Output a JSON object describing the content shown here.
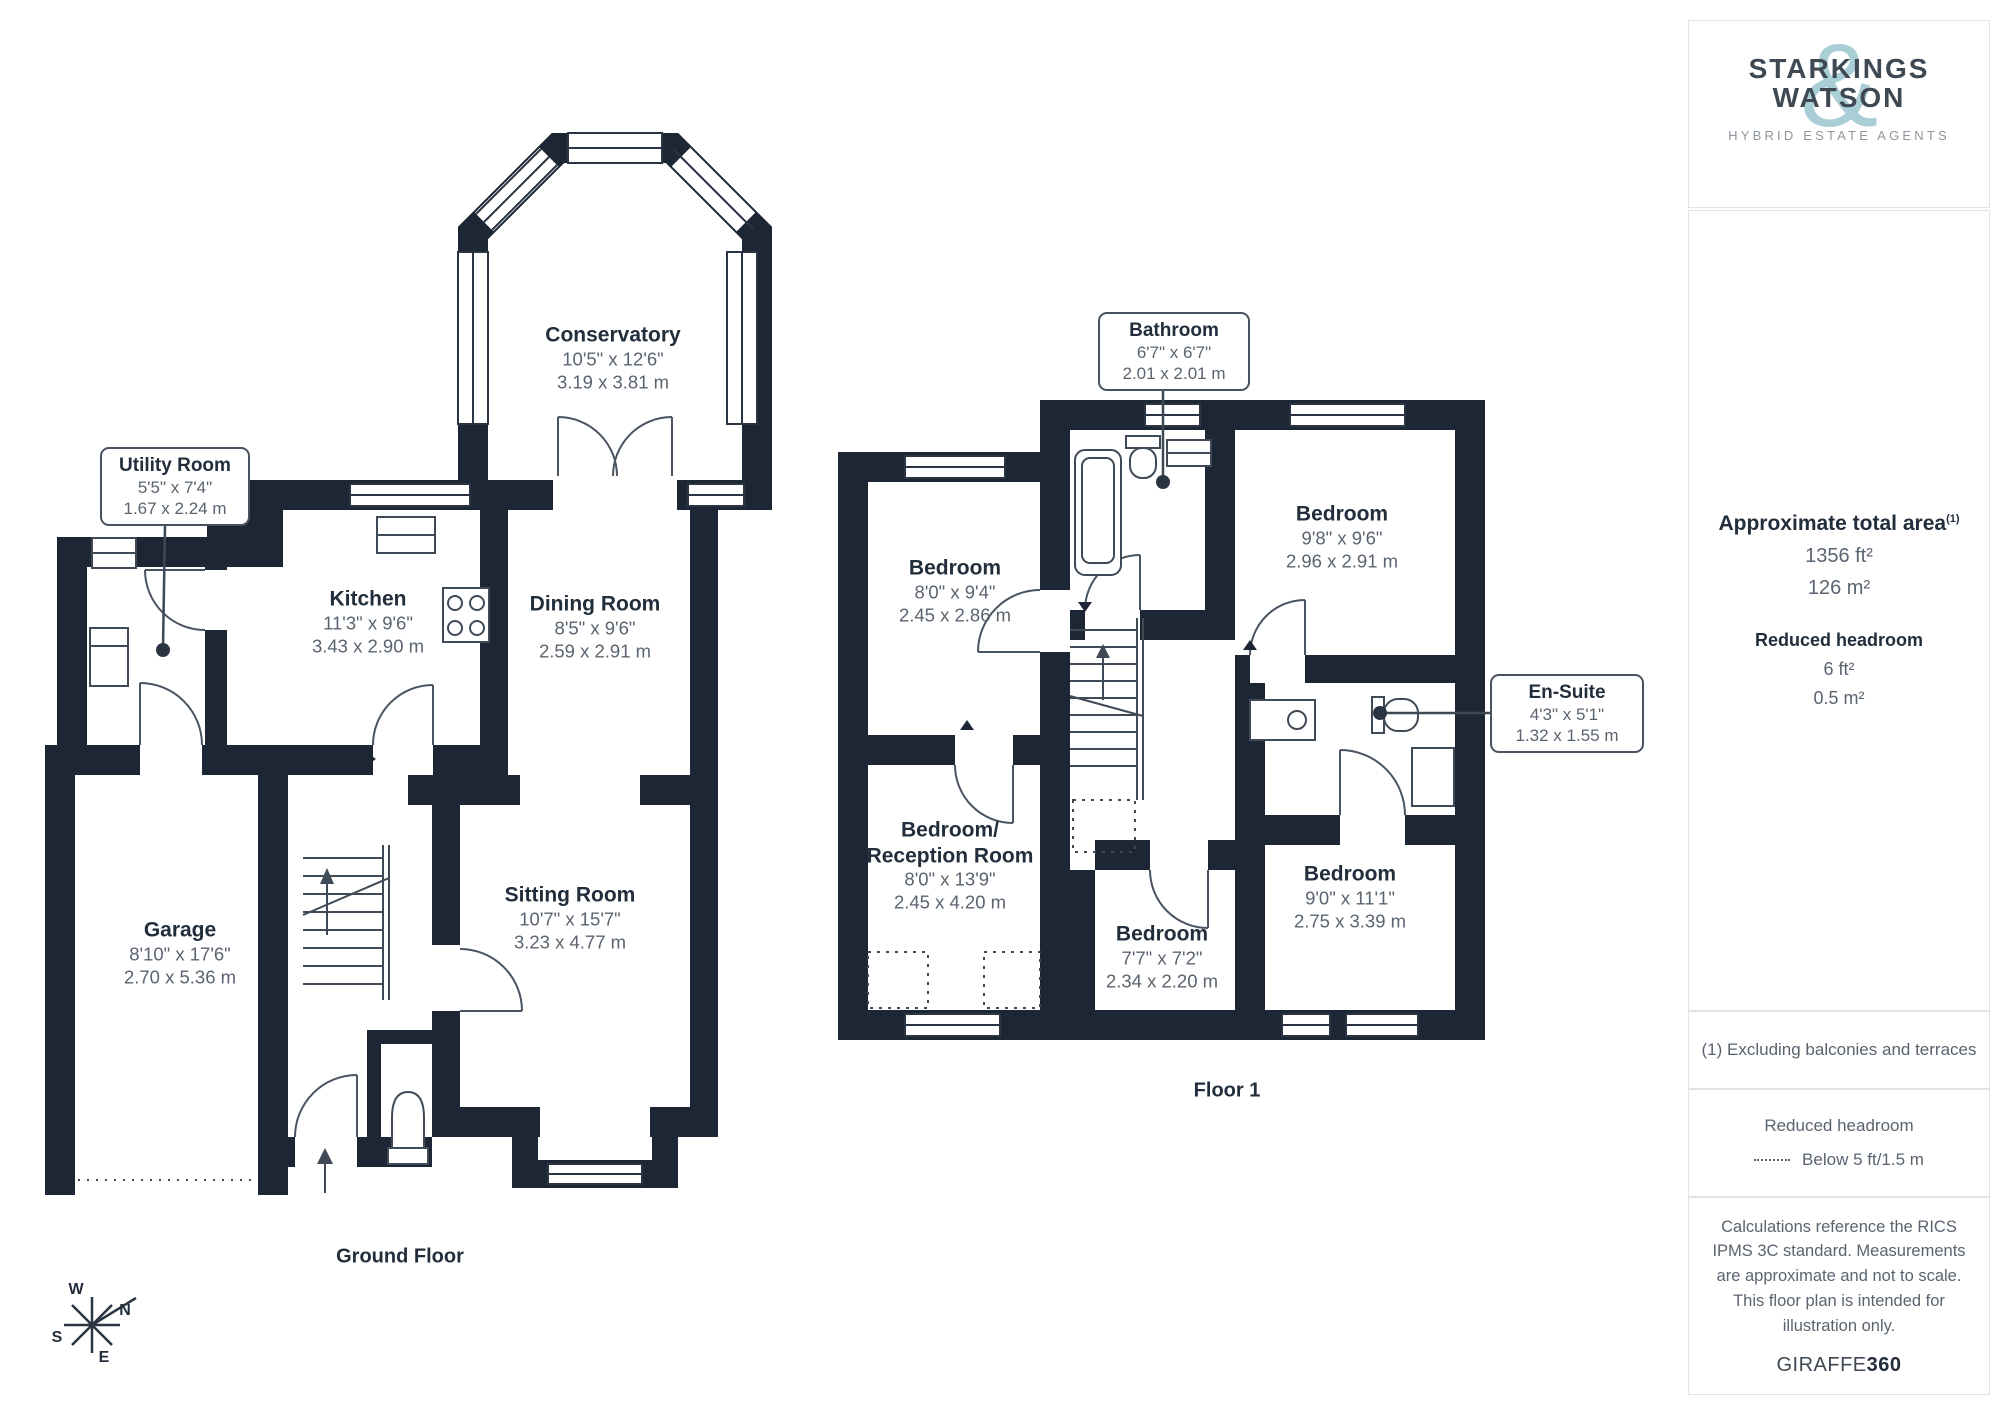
{
  "branding": {
    "name_line1": "STARKINGS",
    "name_line2": "WATSON",
    "ampersand": "&",
    "tagline": "HYBRID ESTATE AGENTS"
  },
  "sidebar": {
    "area_title": "Approximate total area",
    "area_footnote_marker": "(1)",
    "area_imperial": "1356 ft²",
    "area_metric": "126 m²",
    "reduced_title": "Reduced headroom",
    "reduced_imperial": "6 ft²",
    "reduced_metric": "0.5 m²",
    "footnote": "(1) Excluding balconies and terraces",
    "legend_title": "Reduced headroom",
    "legend_label": "Below 5 ft/1.5 m",
    "disclaimer": "Calculations reference the RICS IPMS 3C standard. Measurements are approximate and not to scale. This floor plan is intended for illustration only.",
    "brand_word": "GIRAFFE",
    "brand_number": "360"
  },
  "ground_floor": {
    "caption": "Ground Floor",
    "rooms": {
      "conservatory": {
        "name": "Conservatory",
        "imperial": "10'5\" x 12'6\"",
        "metric": "3.19 x 3.81 m"
      },
      "utility": {
        "name": "Utility Room",
        "imperial": "5'5\" x 7'4\"",
        "metric": "1.67 x 2.24 m"
      },
      "kitchen": {
        "name": "Kitchen",
        "imperial": "11'3\" x 9'6\"",
        "metric": "3.43 x 2.90 m"
      },
      "dining": {
        "name": "Dining Room",
        "imperial": "8'5\" x 9'6\"",
        "metric": "2.59 x 2.91 m"
      },
      "sitting": {
        "name": "Sitting Room",
        "imperial": "10'7\" x 15'7\"",
        "metric": "3.23 x 4.77 m"
      },
      "garage": {
        "name": "Garage",
        "imperial": "8'10\" x 17'6\"",
        "metric": "2.70 x 5.36 m"
      }
    }
  },
  "floor1": {
    "caption": "Floor 1",
    "rooms": {
      "bedroom_tl": {
        "name": "Bedroom",
        "imperial": "8'0\" x 9'4\"",
        "metric": "2.45 x 2.86 m"
      },
      "bathroom": {
        "name": "Bathroom",
        "imperial": "6'7\" x 6'7\"",
        "metric": "2.01 x 2.01 m"
      },
      "bedroom_tr": {
        "name": "Bedroom",
        "imperial": "9'8\" x 9'6\"",
        "metric": "2.96 x 2.91 m"
      },
      "reception": {
        "name_line1": "Bedroom/",
        "name_line2": "Reception Room",
        "imperial": "8'0\" x 13'9\"",
        "metric": "2.45 x 4.20 m"
      },
      "bedroom_mid": {
        "name": "Bedroom",
        "imperial": "7'7\" x 7'2\"",
        "metric": "2.34 x 2.20 m"
      },
      "bedroom_br": {
        "name": "Bedroom",
        "imperial": "9'0\" x 11'1\"",
        "metric": "2.75 x 3.39 m"
      },
      "ensuite": {
        "name": "En-Suite",
        "imperial": "4'3\" x 5'1\"",
        "metric": "1.32 x 1.55 m"
      }
    }
  },
  "compass": {
    "north": "N",
    "east": "E",
    "south": "S",
    "west": "W"
  },
  "colors": {
    "wall": "#1C2634",
    "accent_teal": "#A9CED6"
  }
}
